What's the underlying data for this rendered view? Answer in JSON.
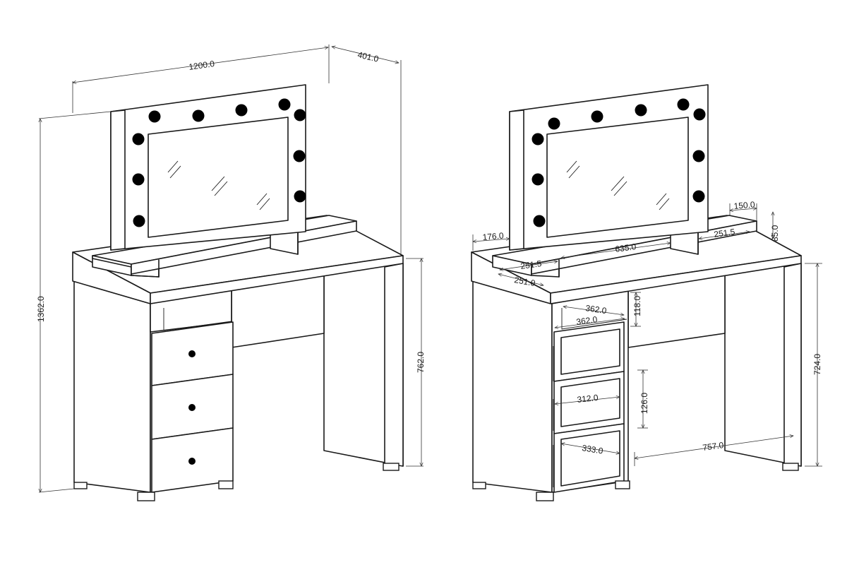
{
  "dimensions": {
    "width": "1200.0",
    "depth": "401.0",
    "total_height": "1362.0",
    "desk_height": "762.0",
    "mirror_offset": "176.0",
    "shelf_width": "150.0",
    "shelf_height": "85.0",
    "shelf_compartment_left": "251.5",
    "shelf_compartment_right": "251.5",
    "shelf_opening": "635.0",
    "shelf_depth": "251.0",
    "top_niche_width_1": "362.0",
    "top_niche_width_2": "362.0",
    "top_niche_height": "118.0",
    "drawer_width": "312.0",
    "drawer_height": "126.0",
    "bottom_drawer_width": "333.0",
    "knee_space_width": "757.0",
    "inner_height": "724.0"
  }
}
